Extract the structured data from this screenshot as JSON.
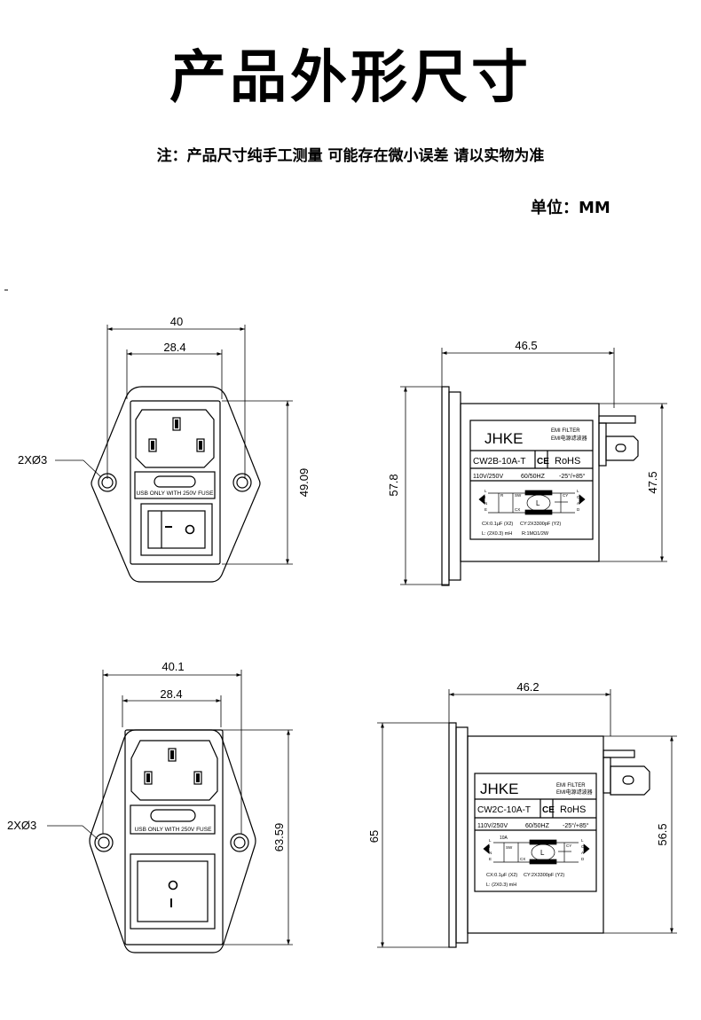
{
  "header": {
    "title": "产品外形尺寸",
    "note": "注：产品尺寸纯手工测量 可能存在微小误差 请以实物为准",
    "unit": "单位：MM"
  },
  "views": {
    "top_front": {
      "dim_width": "40",
      "dim_inner": "28.4",
      "dim_height": "49.09",
      "hole_label": "2XØ3",
      "fuse_text": "USB ONLY WITH 250V FUSE"
    },
    "top_side": {
      "dim_depth": "46.5",
      "dim_flange": "57.8",
      "dim_body": "47.5",
      "label": {
        "brand": "JHKE",
        "filter_en": "EMI FILTER",
        "filter_cn": "EMI电源滤波器",
        "model": "CW2B-10A-T",
        "ce": "CE",
        "rohs": "RoHS",
        "voltage": "110V/250V",
        "freq": "60/50HZ",
        "temp": "-25°/+85°",
        "line_letters": [
          "L",
          "I",
          "N",
          "E"
        ],
        "load_letters": [
          "L",
          "O",
          "A",
          "D"
        ],
        "cx": "CX:0.1μF (X2)",
        "cy": "CY:2X3300pF (Y2)",
        "l_spec": "L: (2X0.3) mH",
        "r_spec": "R:1MΩ1/2W",
        "inductor": "L",
        "cx_tag": "CX",
        "cy_tag": "CY",
        "r_tag": "R",
        "sw_tag": "SW"
      }
    },
    "bottom_front": {
      "dim_width": "40.1",
      "dim_inner": "28.4",
      "dim_height": "63.59",
      "hole_label": "2XØ3",
      "fuse_text": "USB ONLY WITH 250V FUSE",
      "switch_off": "O",
      "switch_on": "I"
    },
    "bottom_side": {
      "dim_depth": "46.2",
      "dim_flange": "65",
      "dim_body": "56.5",
      "label": {
        "brand": "JHKE",
        "filter_en": "EMI FILTER",
        "filter_cn": "EMI电源滤波器",
        "model": "CW2C-10A-T",
        "ce": "CE",
        "rohs": "RoHS",
        "voltage": "110V/250V",
        "freq": "60/50HZ",
        "temp": "-25°/+85°",
        "current": "10A",
        "line_letters": [
          "L",
          "I",
          "N",
          "E"
        ],
        "load_letters": [
          "L",
          "O",
          "A",
          "D"
        ],
        "cx": "CX:0.1μF (X2)",
        "cy": "CY:2X3300pF (Y2)",
        "l_spec": "L: (2X0.3) mH",
        "inductor": "L",
        "cx_tag": "CX",
        "cy_tag": "CY",
        "sw_tag": "SW"
      }
    }
  }
}
